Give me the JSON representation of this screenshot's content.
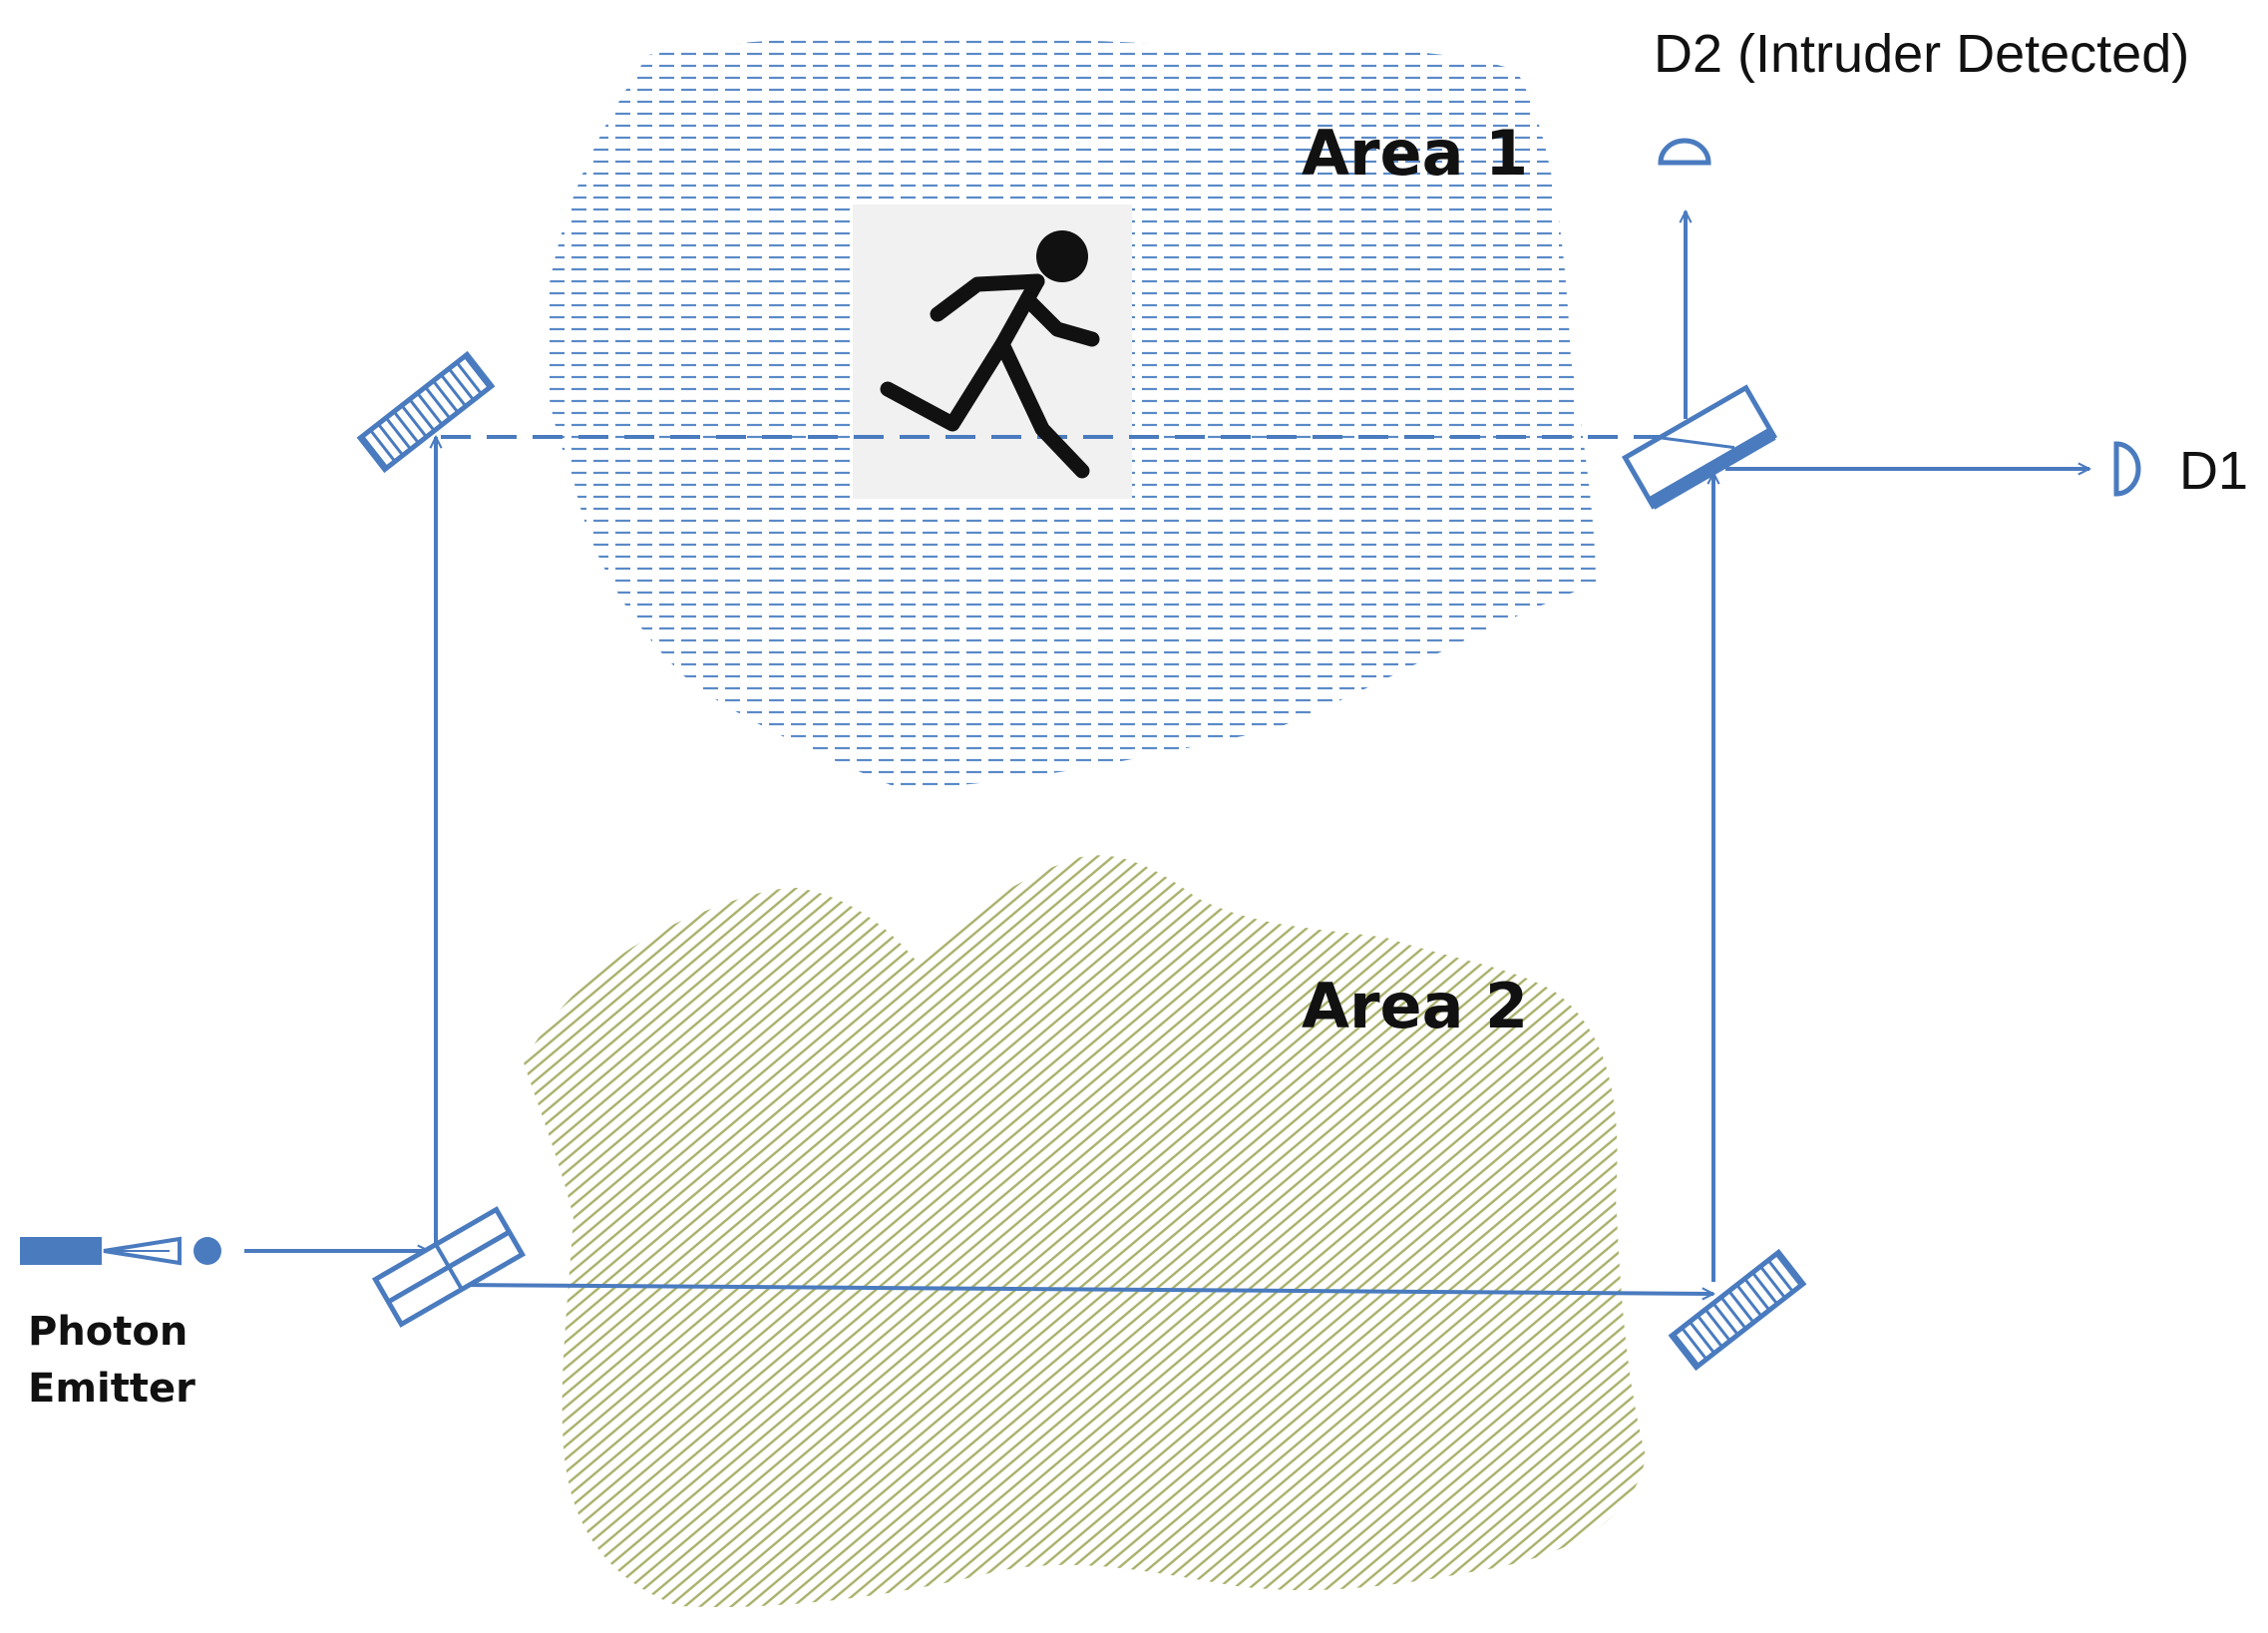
{
  "labels": {
    "area1": "Area 1",
    "area2": "Area 2",
    "d1": "D1",
    "d2": "D2 (Intruder Detected)",
    "emitter_line1": "Photon",
    "emitter_line2": "Emitter"
  },
  "colors": {
    "beam": "#4a7bbf",
    "area1_hatch": "#5a8ac8",
    "area2_hatch": "#a9b06a",
    "text": "#111111"
  },
  "icons": {
    "intruder": "running-person-icon",
    "detector": "half-disc-detector-icon",
    "mirror": "hatched-mirror-icon",
    "splitter": "beam-splitter-icon",
    "emitter": "photon-emitter-icon"
  }
}
